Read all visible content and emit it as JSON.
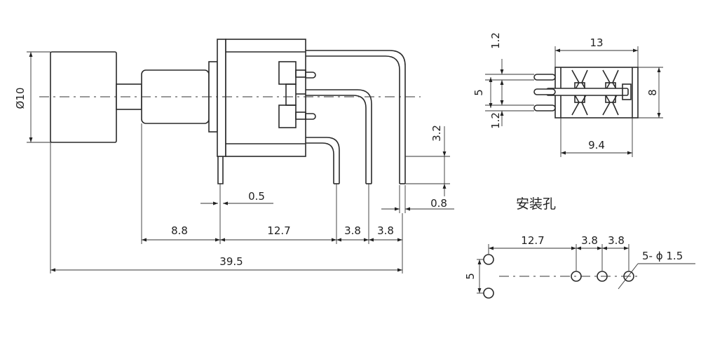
{
  "side_view": {
    "diameter": "Ø10",
    "pin_width": "0.5",
    "pin_height": "3.2",
    "pin_thickness": "0.8",
    "d_8_8": "8.8",
    "d_12_7": "12.7",
    "d_3_8_a": "3.8",
    "d_3_8_b": "3.8",
    "overall_length": "39.5"
  },
  "end_view": {
    "width": "13",
    "height": "8",
    "inner_width": "9.4",
    "pitch": "5",
    "gap_top": "1.2",
    "gap_bottom": "1.2"
  },
  "holes": {
    "title": "安装孔",
    "d_12_7": "12.7",
    "d_3_8_a": "3.8",
    "d_3_8_b": "3.8",
    "hole_spec": "5- ϕ 1.5",
    "pitch": "5"
  }
}
